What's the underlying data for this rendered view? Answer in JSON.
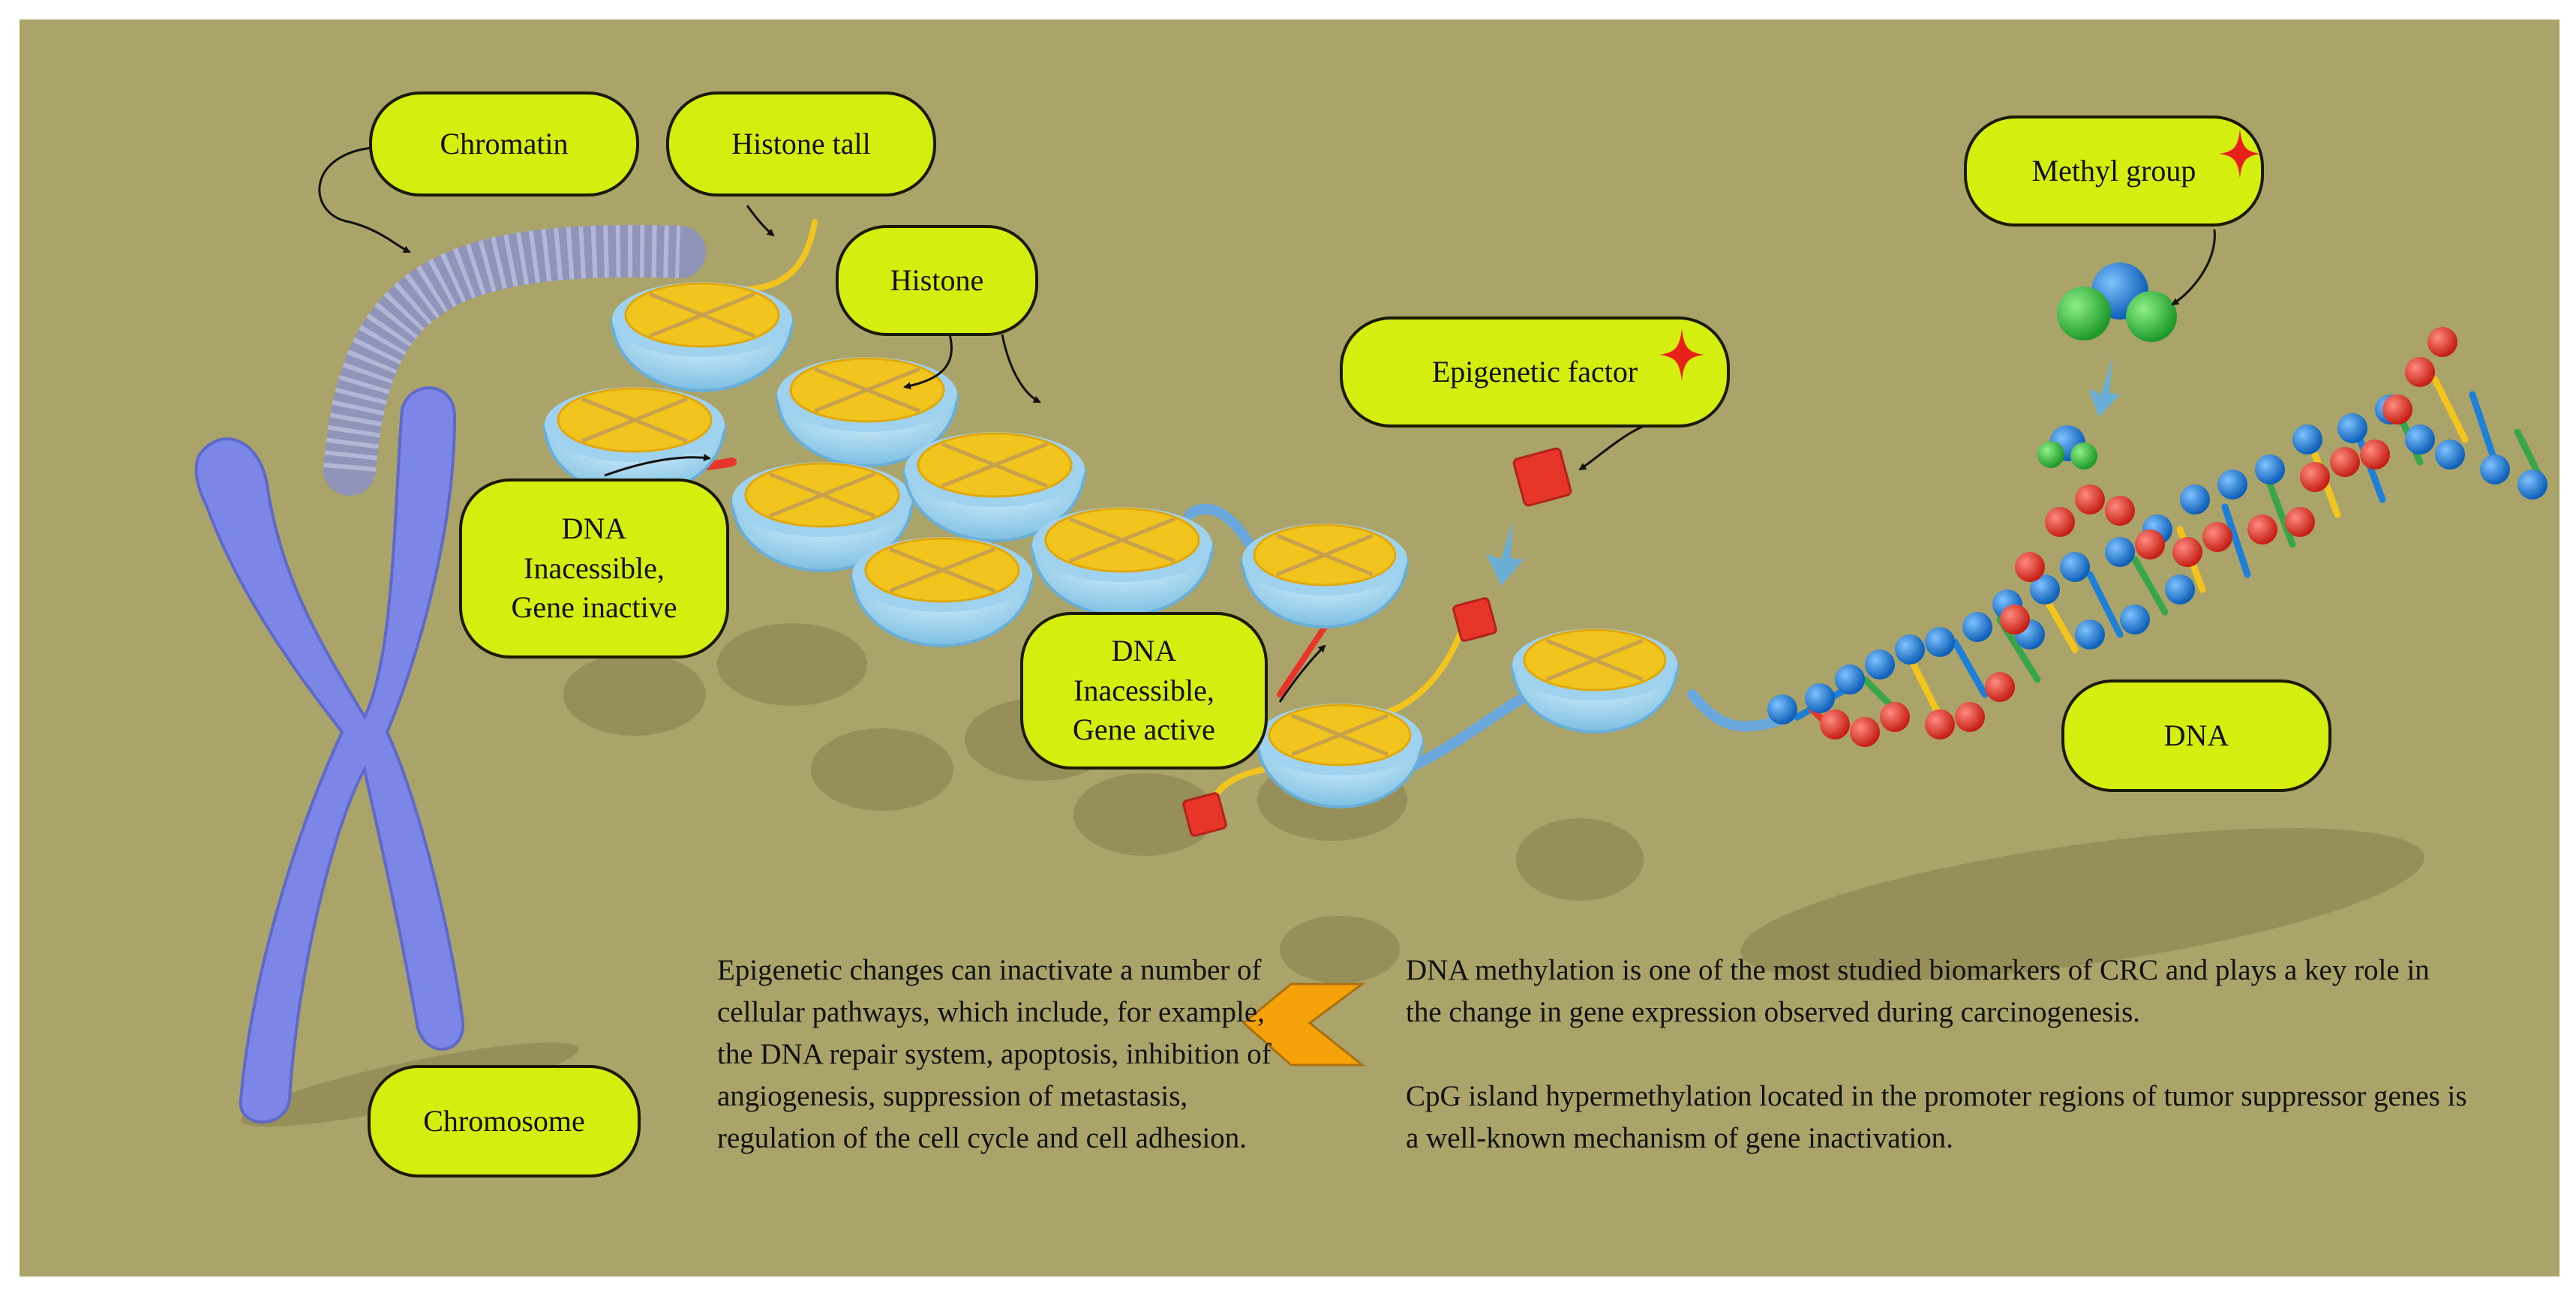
{
  "labels": {
    "chromatin": "Chromatin",
    "histone_tail": "Histone tall",
    "histone": "Histone",
    "epigenetic_factor": "Epigenetic factor",
    "methyl_group": "Methyl group",
    "dna_inaccessible_inactive": "DNA\nInacessible,\nGene inactive",
    "dna_inaccessible_active": "DNA\nInacessible,\nGene active",
    "dna": "DNA",
    "chromosome": "Chromosome"
  },
  "text": {
    "left_paragraph": "Epigenetic changes can inactivate a number of cellular pathways, which include, for example, the DNA repair system, apoptosis, inhibition of angiogenesis, suppression of metastasis, regulation of the cell cycle and cell adhesion.",
    "right_paragraph_1": "DNA methylation is one of the most studied biomarkers of CRC and plays a key role in the change in gene expression observed during carcinogenesis.",
    "right_paragraph_2": "CpG island hypermethylation located in the promoter regions of tumor suppressor genes is a well-known mechanism of gene inactivation."
  },
  "colors": {
    "background": "#aaa46a",
    "label_fill": "#d4ee10",
    "chromosome": "#7b86e6",
    "histone_top": "#f2c51e",
    "histone_bowl": "#9fd2ee",
    "arrow_orange": "#f5a20a",
    "dna_red": "#e8352a",
    "dna_blue": "#1d7fd6",
    "star_red": "#e8201a"
  },
  "icons": [
    "chromosome-shape",
    "histone-nucleosome",
    "dna-double-helix",
    "methyl-group-molecule",
    "epigenetic-factor-cube",
    "red-sparkle-star",
    "orange-chevron-arrow"
  ]
}
